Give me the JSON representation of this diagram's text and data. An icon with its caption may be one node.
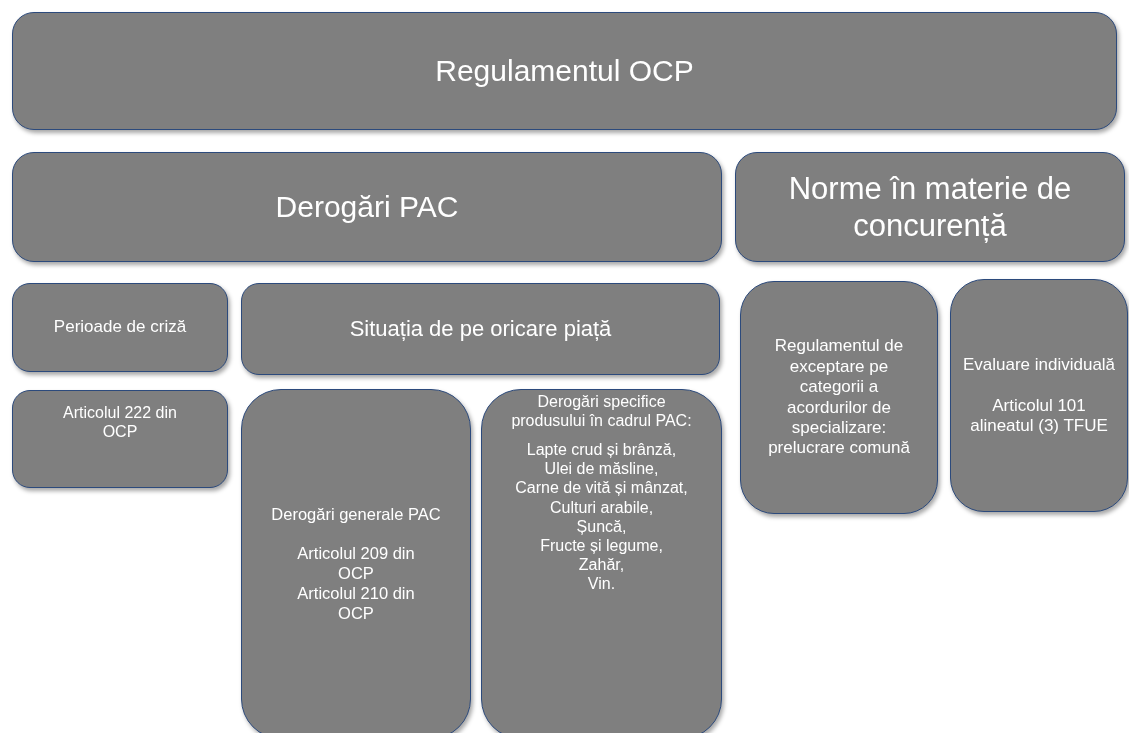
{
  "diagram": {
    "nodes": [
      {
        "text": [
          "Regulamentul OCP"
        ]
      },
      {
        "text": [
          "Derogări PAC"
        ]
      },
      {
        "text": [
          "Norme în materie de concurență"
        ]
      },
      {
        "text": [
          "Perioade de criză"
        ]
      },
      {
        "text": [
          "Situația de pe oricare piață"
        ]
      },
      {
        "text": [
          "Articolul 222 din OCP"
        ]
      },
      {
        "text": [
          "Derogări generale PAC",
          "Articolul 209 din OCP",
          "Articolul 210 din OCP"
        ]
      },
      {
        "text": [
          "Derogări specifice produsului în cadrul PAC:",
          "Lapte crud și brânză,",
          "Ulei de măsline,",
          "Carne de vită și mânzat,",
          "Culturi arabile,",
          "Șuncă,",
          "Fructe și legume,",
          "Zahăr,",
          "Vin."
        ]
      },
      {
        "text": [
          "Regulamentul de exceptare pe categorii a acordurilor de specializare: prelucrare comună"
        ]
      },
      {
        "text": [
          "Evaluare individuală",
          "Articolul 101 alineatul (3) TFUE"
        ]
      }
    ]
  }
}
